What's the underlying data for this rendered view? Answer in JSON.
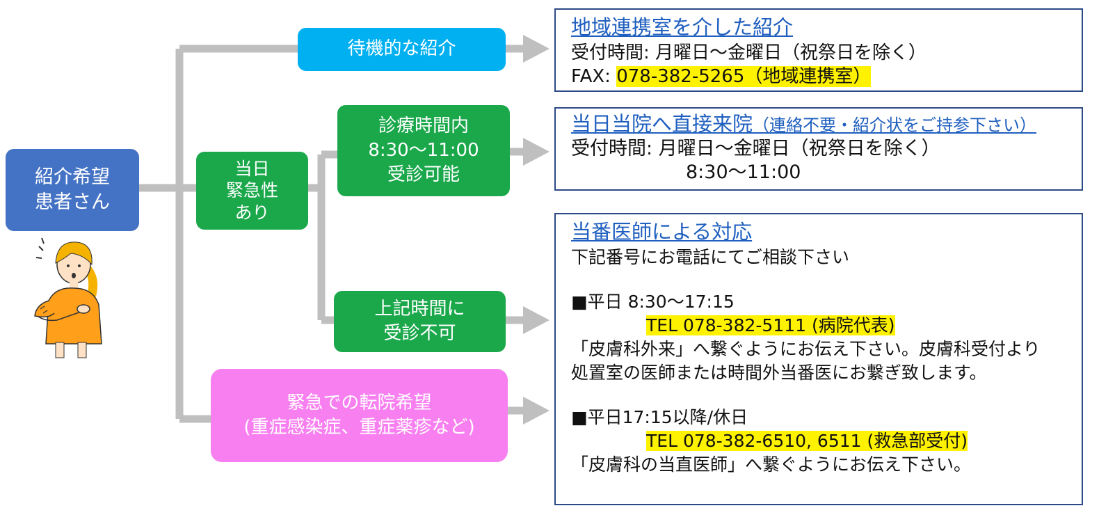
{
  "patient_box": {
    "line1": "紹介希望",
    "line2": "患者さん"
  },
  "urgent_box": {
    "line1": "当日",
    "line2": "緊急性",
    "line3": "あり"
  },
  "standby_box": {
    "label": "待機的な紹介"
  },
  "in_hours_box": {
    "line1": "診療時間内",
    "line2": "8:30～11:00",
    "line3": "受診可能"
  },
  "out_hours_box": {
    "line1": "上記時間に",
    "line2": "受診不可"
  },
  "transfer_box": {
    "line1": "緊急での転院希望",
    "line2": "(重症感染症、重症薬疹など)"
  },
  "panel_referral": {
    "title": "地域連携室を介した紹介",
    "hours": "受付時間:  月曜日～金曜日（祝祭日を除く）",
    "fax_label": "FAX: ",
    "fax_value": "078-382-5265（地域連携室）"
  },
  "panel_direct": {
    "title": "当日当院へ直接来院",
    "title_note": "（連絡不要・紹介状をご持参下さい）",
    "hours": "受付時間:  月曜日～金曜日（祝祭日を除く）",
    "time": "8:30～11:00"
  },
  "panel_oncall": {
    "title": "当番医師による対応",
    "intro": "下記番号にお電話にてご相談下さい",
    "weekday_header": "■平日 8:30～17:15",
    "weekday_tel": "TEL 078-382-5111 (病院代表)",
    "weekday_note1": "「皮膚科外来」へ繋ぐようにお伝え下さい。皮膚科受付より",
    "weekday_note2": "処置室の医師または時間外当番医にお繋ぎ致します。",
    "after_header": "■平日17:15以降/休日",
    "after_tel": "TEL 078-382-6510, 6511 (救急部受付)",
    "after_note": "「皮膚科の当直医師」へ繋ぐようにお伝え下さい。"
  },
  "colors": {
    "patient": "#4472c4",
    "green": "#1aa84b",
    "cyan": "#00b0f0",
    "pink": "#f77ff0",
    "connector": "#bfbfbf",
    "panel_border": "#2c4a86",
    "highlight": "#fff200",
    "link": "#1f5fbf"
  }
}
